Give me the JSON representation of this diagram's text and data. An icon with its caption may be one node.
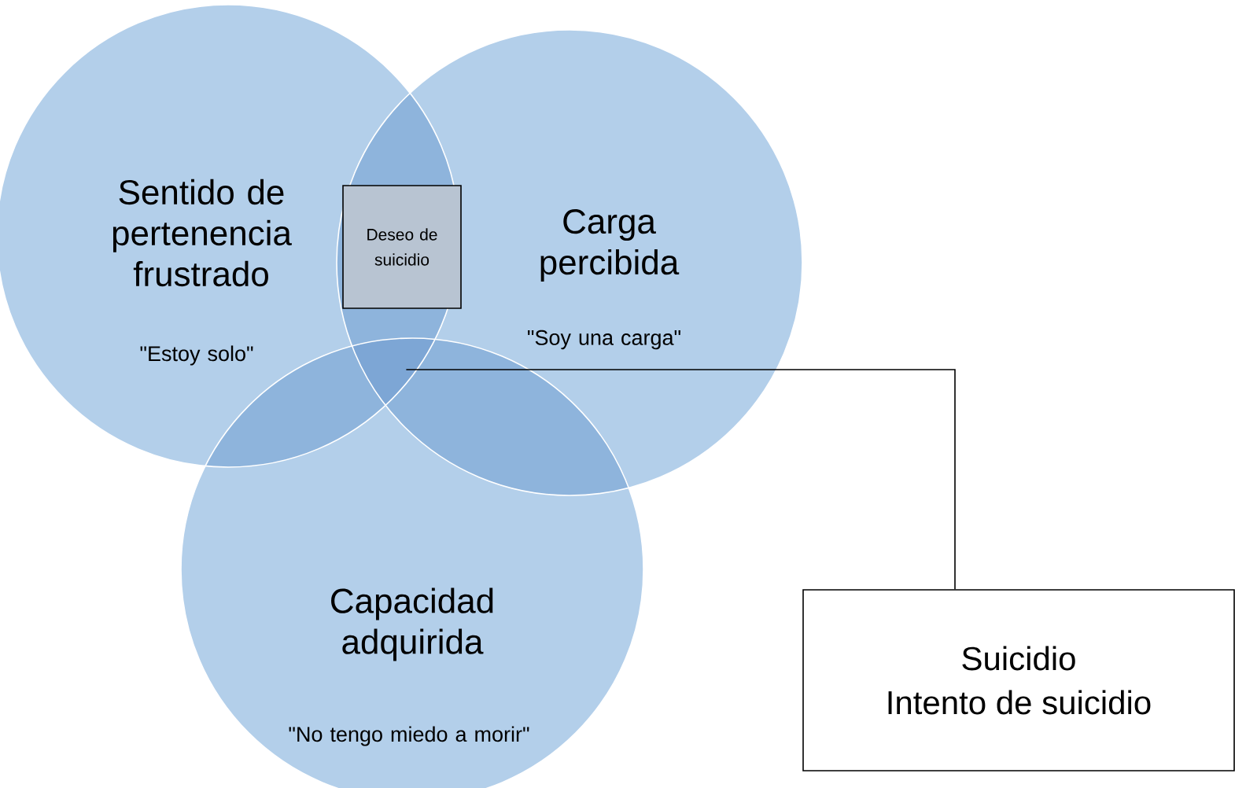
{
  "diagram": {
    "nodes": [
      {
        "text": [
          "Sentido de pertenencia frustrado",
          "\"Estoy solo\""
        ]
      },
      {
        "text": [
          "Carga percibida",
          "\"Soy una carga\""
        ]
      },
      {
        "text": [
          "Capacidad adquirida",
          "\"No tengo miedo a morir\""
        ]
      },
      {
        "text": [
          "Deseo de suicidio"
        ]
      },
      {
        "text": [
          "Suicidio",
          "Intento de suicidio"
        ]
      },
      {
        "text": [],
        "shape": "lens"
      }
    ],
    "edges": [
      {
        "from": 4,
        "to": 5,
        "arrow": "none"
      }
    ]
  }
}
